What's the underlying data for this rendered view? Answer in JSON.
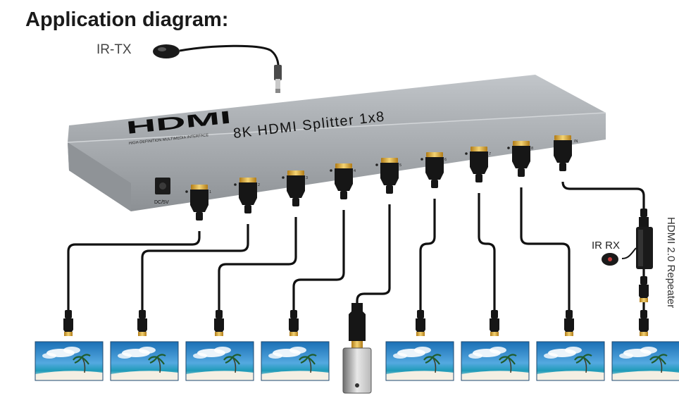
{
  "heading": "Application diagram:",
  "ir_tx_label": "IR-TX",
  "ir_rx_label": "IR RX",
  "device": {
    "model_text": "8K  HDMI Splitter 1x8",
    "logo_text": "HDMI",
    "logo_tagline": "HIGH-DEFINITION MULTIMEDIA INTERFACE",
    "power_label": "DC/5V",
    "input_port_label": "IN",
    "output_labels": [
      "1",
      "2",
      "3",
      "4",
      "5",
      "6",
      "7",
      "8"
    ]
  },
  "repeater_label": "HDMI 2.0 Repeater",
  "outputs": [
    "tv",
    "tv",
    "tv",
    "tv",
    "streaming-box",
    "tv",
    "tv",
    "tv",
    "tv"
  ],
  "colors": {
    "device_body": "#a9adb1",
    "cable": "#111111",
    "connector_gold": "#d8a431"
  }
}
